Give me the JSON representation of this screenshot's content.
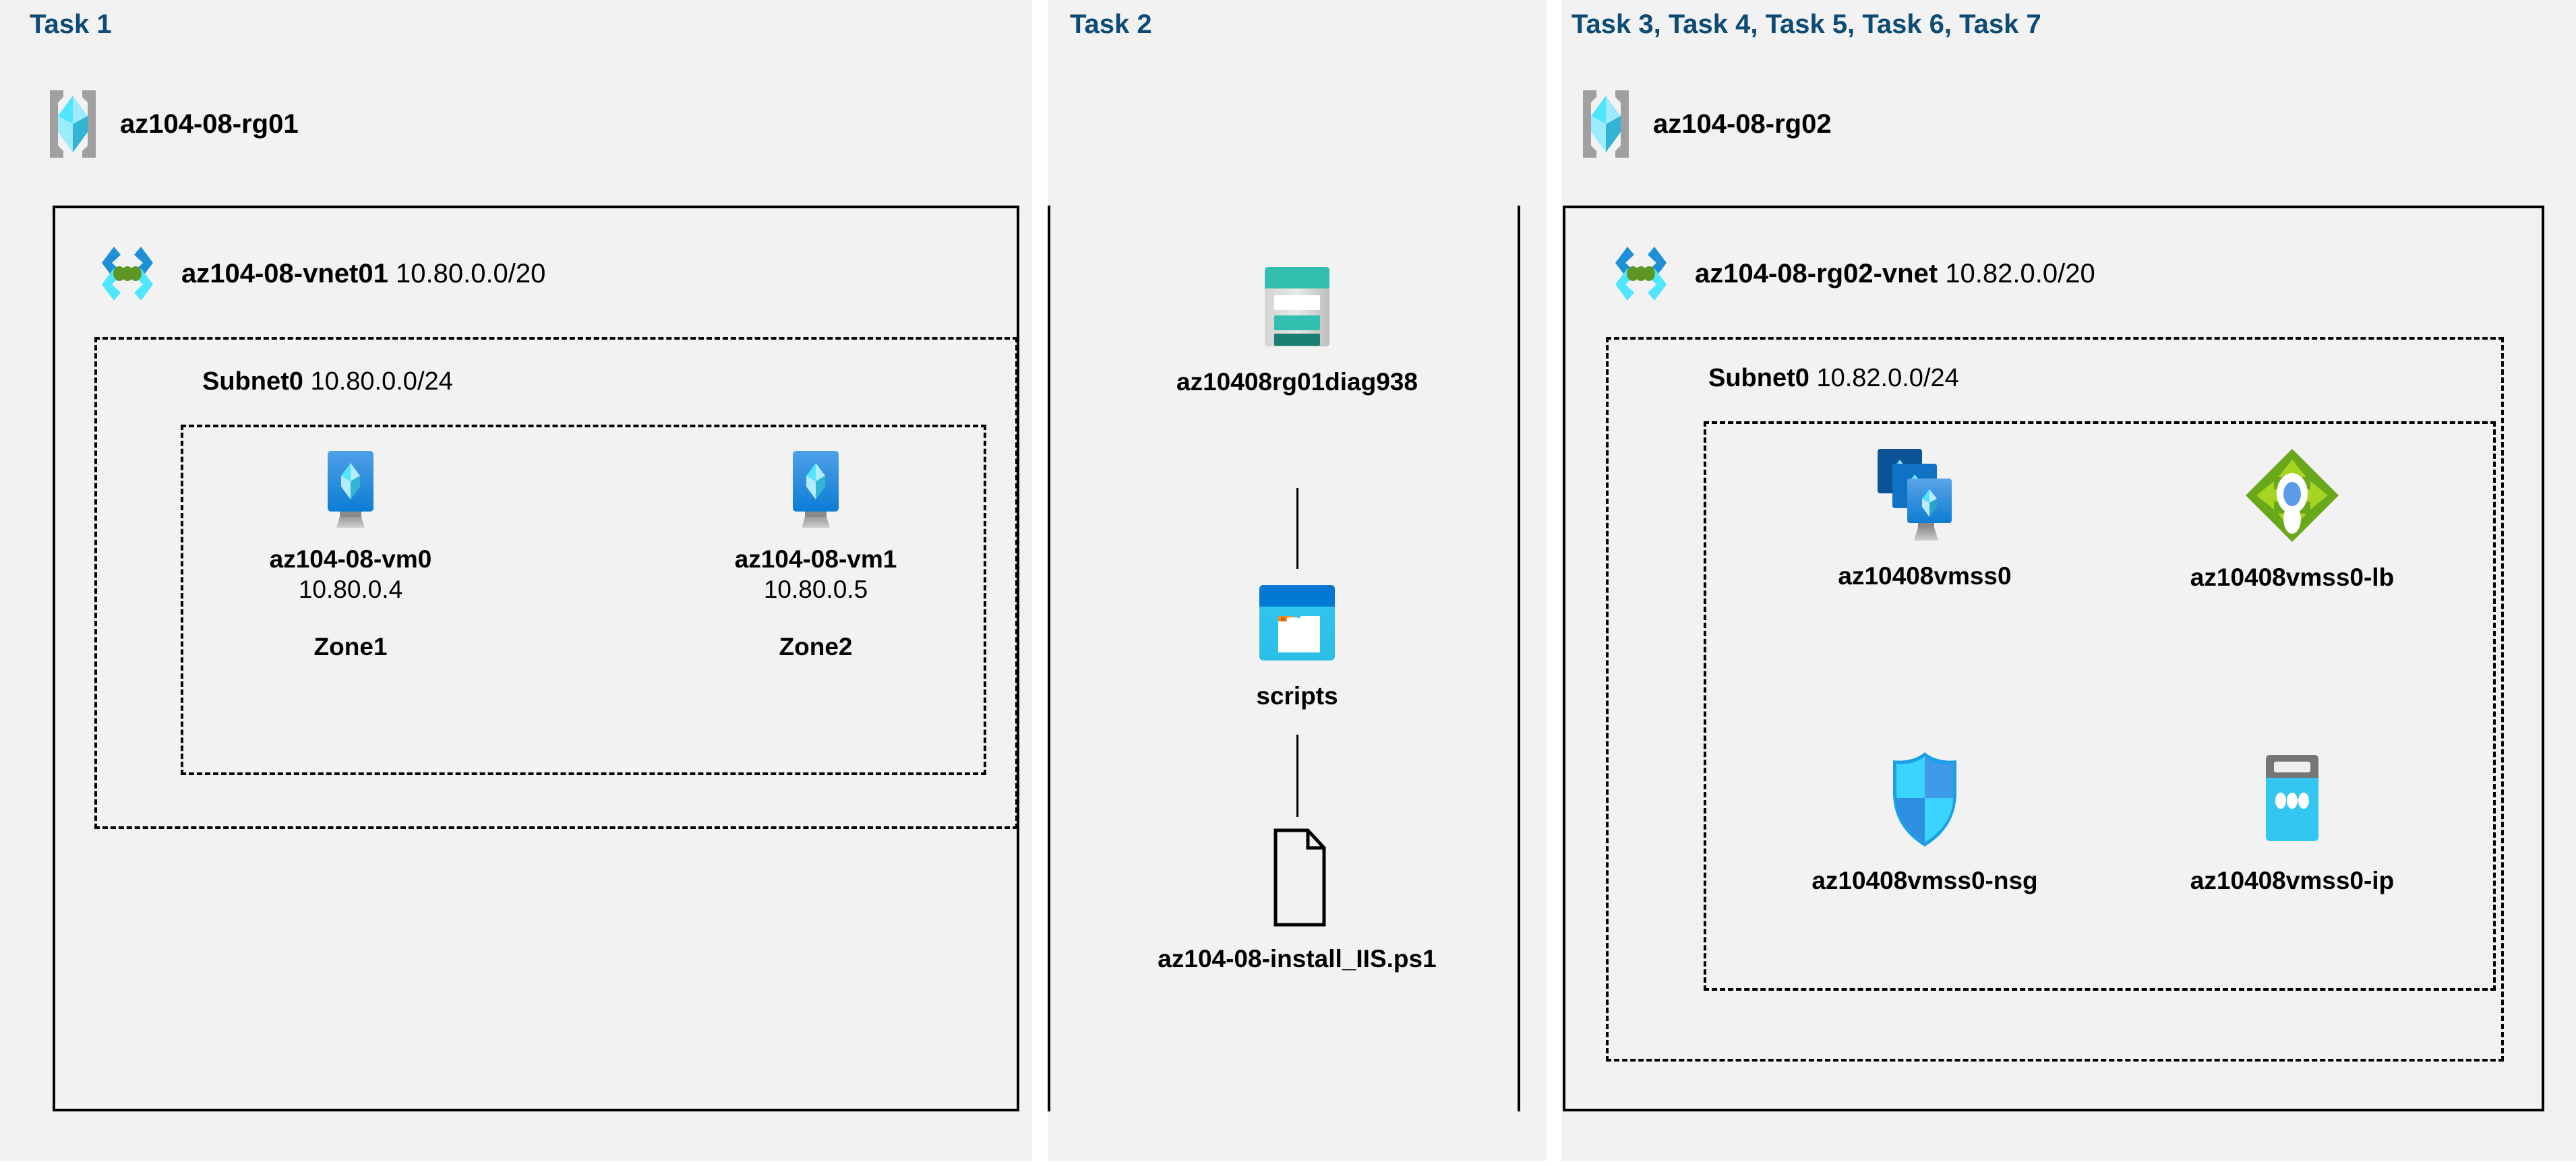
{
  "panels": [
    {
      "id": "task1",
      "title": "Task 1"
    },
    {
      "id": "task2",
      "title": "Task 2"
    },
    {
      "id": "task3to7",
      "title": "Task 3, Task 4, Task 5, Task 6, Task 7"
    }
  ],
  "task1": {
    "resource_group": {
      "name": "az104-08-rg01",
      "icon": "resource-group-icon"
    },
    "vnet": {
      "name": "az104-08-vnet01",
      "cidr": "10.80.0.0/20",
      "icon": "virtual-network-icon"
    },
    "subnet": {
      "name": "Subnet0",
      "cidr": "10.80.0.0/24"
    },
    "vms": [
      {
        "name": "az104-08-vm0",
        "ip": "10.80.0.4",
        "zone": "Zone1",
        "icon": "virtual-machine-icon"
      },
      {
        "name": "az104-08-vm1",
        "ip": "10.80.0.5",
        "zone": "Zone2",
        "icon": "virtual-machine-icon"
      }
    ]
  },
  "task2": {
    "storage_account": {
      "name": "az10408rg01diag938",
      "icon": "storage-account-icon"
    },
    "container": {
      "name": "scripts",
      "icon": "blob-container-icon"
    },
    "file": {
      "name": "az104-08-install_IIS.ps1",
      "icon": "file-icon"
    }
  },
  "task3to7": {
    "resource_group": {
      "name": "az104-08-rg02",
      "icon": "resource-group-icon"
    },
    "vnet": {
      "name": "az104-08-rg02-vnet",
      "cidr": "10.82.0.0/20",
      "icon": "virtual-network-icon"
    },
    "subnet": {
      "name": "Subnet0",
      "cidr": "10.82.0.0/24"
    },
    "resources": [
      {
        "name": "az10408vmss0",
        "icon": "vm-scale-set-icon"
      },
      {
        "name": "az10408vmss0-lb",
        "icon": "load-balancer-icon"
      },
      {
        "name": "az10408vmss0-nsg",
        "icon": "network-security-group-icon"
      },
      {
        "name": "az10408vmss0-ip",
        "icon": "public-ip-address-icon"
      }
    ]
  },
  "colors": {
    "panel_background": "#f2f2f2",
    "page_background": "#ffffff",
    "task_title": "#0d4a75",
    "border": "#000000",
    "azure_blue": "#0078d4",
    "azure_cyan": "#50e6ff",
    "storage_teal": "#32bfb0",
    "storage_teal_dark": "#1b7f72",
    "lb_green": "#7cb518",
    "nsg_blue": "#32bdf4",
    "vnet_green_dot": "#5e9624",
    "folder_orange": "#f28b21",
    "gray": "#9a9a9a"
  }
}
